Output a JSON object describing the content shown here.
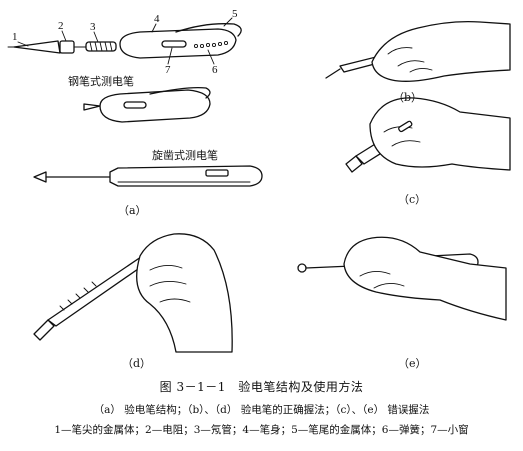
{
  "labels": {
    "pen_type_fountain": "钢笔式测电笔",
    "pen_type_screwdriver": "旋凿式测电笔",
    "sub_a": "（a）",
    "sub_b": "（b）",
    "sub_c": "（c）",
    "sub_d": "（d）",
    "sub_e": "（e）"
  },
  "part_numbers": [
    "1",
    "2",
    "3",
    "4",
    "5",
    "6",
    "7"
  ],
  "caption": {
    "title": "图 3－1－1　验电笔结构及使用方法",
    "line1": "（a） 验电笔结构；（b）、（d） 验电笔的正确握法；（c）、（e） 错误握法",
    "line2": "1—笔尖的金属体；2—电阻；3—氖管；4—笔身；5—笔尾的金属体；6—弹簧；7—小窗"
  }
}
